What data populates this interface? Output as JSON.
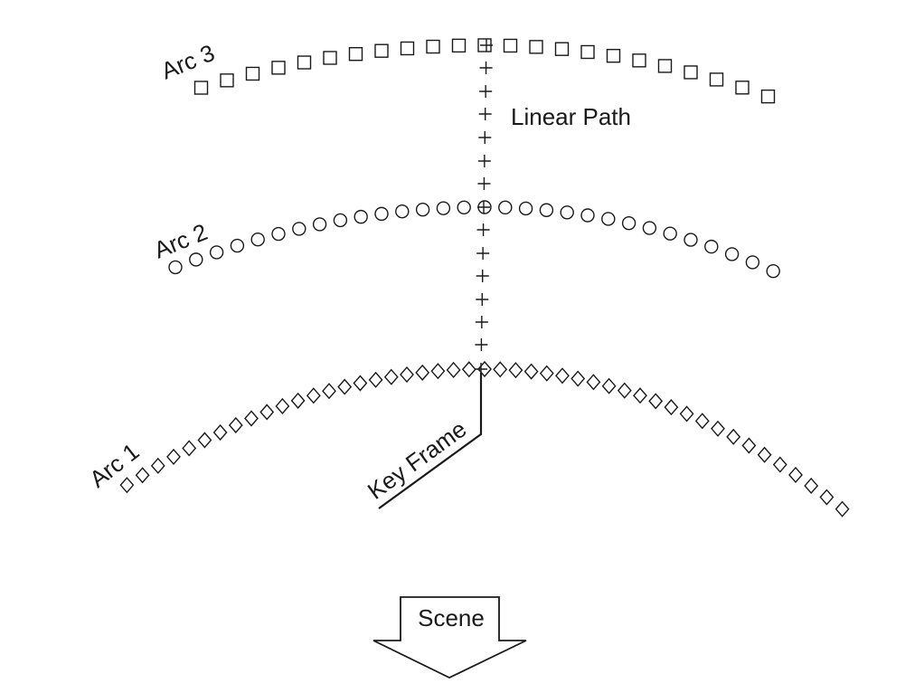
{
  "labels": {
    "arc1": "Arc 1",
    "arc2": "Arc 2",
    "arc3": "Arc 3",
    "linear_path": "Linear Path",
    "key_frame": "Key Frame",
    "scene": "Scene"
  },
  "markers": {
    "arc1": "diamond",
    "arc2": "circle",
    "arc3": "square",
    "linear_path": "cross"
  },
  "colors": {
    "stroke": "#1a1a1a",
    "background": "#ffffff"
  }
}
